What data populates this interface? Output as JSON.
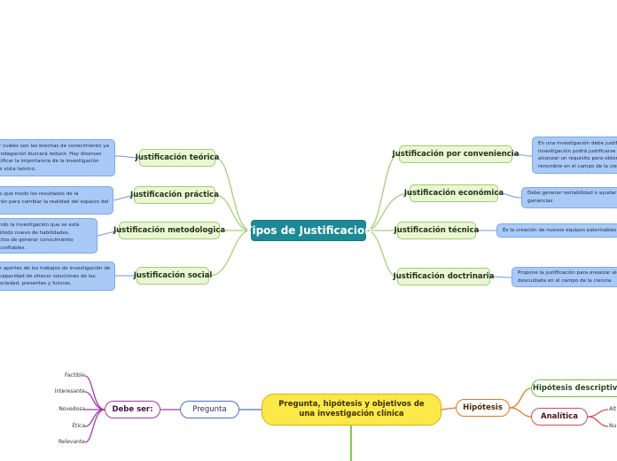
{
  "center": {
    "title": "Tipos de Justificacion"
  },
  "left_branches": [
    {
      "label": "Justificación teórica",
      "text": [
        "r cuáles son las brechas de conocimiento ya",
        "indagación buscará reducir. Hay diversas",
        "tificar la importancia de la investigación",
        "e vista teórico."
      ]
    },
    {
      "label": "Justificación práctica",
      "text": [
        "e qué modo los resultados de la",
        "rán para cambiar la realidad del espacio del"
      ]
    },
    {
      "label": "Justificación metodologica",
      "text": [
        "ndo la investigación que se está",
        "étodo nuevo de habilidades,",
        "ctos de generar conocimiento",
        "confiables."
      ]
    },
    {
      "label": "Justificación social",
      "text": [
        "s aportes de los trabajos de investigación de",
        "capacidad de ofrecer soluciones de las",
        "ociedad, presentes y futuras."
      ]
    }
  ],
  "right_branches": [
    {
      "label": "Justificación por conveniencia",
      "text": [
        "En una investigación debe justifi",
        "investigación podrá justificarse a",
        "alcanzar un requisito para obten",
        "renombre en el campo de la cien"
      ]
    },
    {
      "label": "Justificación económica",
      "text": [
        "Debe generar rentabilidad o ayudar a",
        "ganancias"
      ]
    },
    {
      "label": "Justificación técnica",
      "text": [
        "Es la creación de nuevos equipos patentables"
      ]
    },
    {
      "label": "Justificación doctrinaria",
      "text": [
        "Propone la justificación para ensalzar alg",
        "descuidada en el campo de la ciencia."
      ]
    }
  ],
  "second_map": {
    "center": "Pregunta, hipótesis y objetivos de una investigación clínica",
    "pregunta": "Pregunta",
    "debe_ser": "Debe ser:",
    "debe_ser_items": [
      "Factible",
      "Interesante",
      "Novedosa",
      "Ética",
      "Relevante"
    ],
    "hipotesis": "Hipótesis",
    "hipotesis_descriptiva": "Hipótesis descriptiva",
    "analitica": "Analítica",
    "analitica_items": [
      "Alt",
      "Nu"
    ]
  },
  "colors": {
    "central": "#1b8a96",
    "green_node": "#e9f7d4",
    "leaf_blue": "#a9c9f7",
    "yellow_center": "#fde84a",
    "pregunta_border": "#4b72c4",
    "debe_ser_border": "#a03ca6",
    "hipotesis_border": "#e07a1f",
    "descriptiva_border": "#6fbf3a",
    "analitica_border": "#d84a52"
  }
}
